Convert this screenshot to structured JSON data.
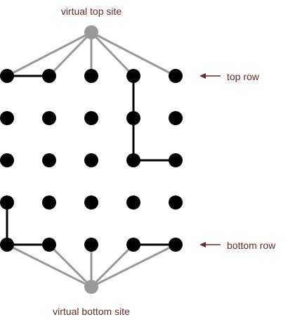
{
  "labels": {
    "virtual_top": "virtual top site",
    "virtual_bottom": "virtual bottom site",
    "top_row": "top row",
    "bottom_row": "bottom row"
  },
  "grid": {
    "rows": 5,
    "cols": 5
  },
  "open_bonds": [
    [
      [
        0,
        0
      ],
      [
        0,
        1
      ]
    ],
    [
      [
        0,
        3
      ],
      [
        1,
        3
      ]
    ],
    [
      [
        1,
        3
      ],
      [
        2,
        3
      ]
    ],
    [
      [
        2,
        3
      ],
      [
        2,
        4
      ]
    ],
    [
      [
        3,
        0
      ],
      [
        4,
        0
      ]
    ],
    [
      [
        4,
        0
      ],
      [
        4,
        1
      ]
    ],
    [
      [
        4,
        3
      ],
      [
        4,
        4
      ]
    ]
  ],
  "colors": {
    "site": "#000000",
    "open_bond": "#000000",
    "virtual_site": "#999999",
    "virtual_bond": "#999999",
    "label": "#6b2a22",
    "arrow": "#6b2a22"
  }
}
